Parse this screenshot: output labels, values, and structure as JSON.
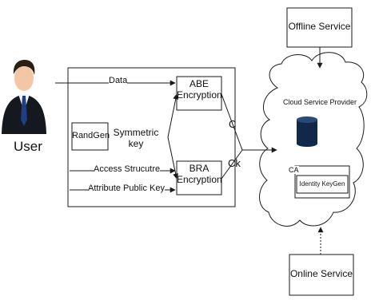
{
  "actors": {
    "user": "User"
  },
  "boxes": {
    "abe_line1": "ABE",
    "abe_line2": "Encryption",
    "bra_line1": "BRA",
    "bra_line2": "Encryption",
    "randgen": "RandGen",
    "offline_service": "Offline Service",
    "online_service": "Online Service",
    "identity_keygen": "Identity KeyGen"
  },
  "cloud": {
    "title": "Cloud Service Provider",
    "ca": "CA"
  },
  "edges": {
    "data": "Data",
    "symmetric_line1": "Symmetric",
    "symmetric_line2": "key",
    "access_structure": "Access Strucutre",
    "attribute_public_key": "Attribute  Public Key",
    "c": "C",
    "ck": "Ck"
  },
  "colors": {
    "stroke": "#1a1a1a",
    "cloud_fill": "#ffffff",
    "database_fill": "#12284a",
    "suit": "#15191f",
    "skin": "#f3c7a6",
    "hair": "#2a1e15",
    "tie": "#1e3f80",
    "shirt": "#f4f6f8"
  }
}
